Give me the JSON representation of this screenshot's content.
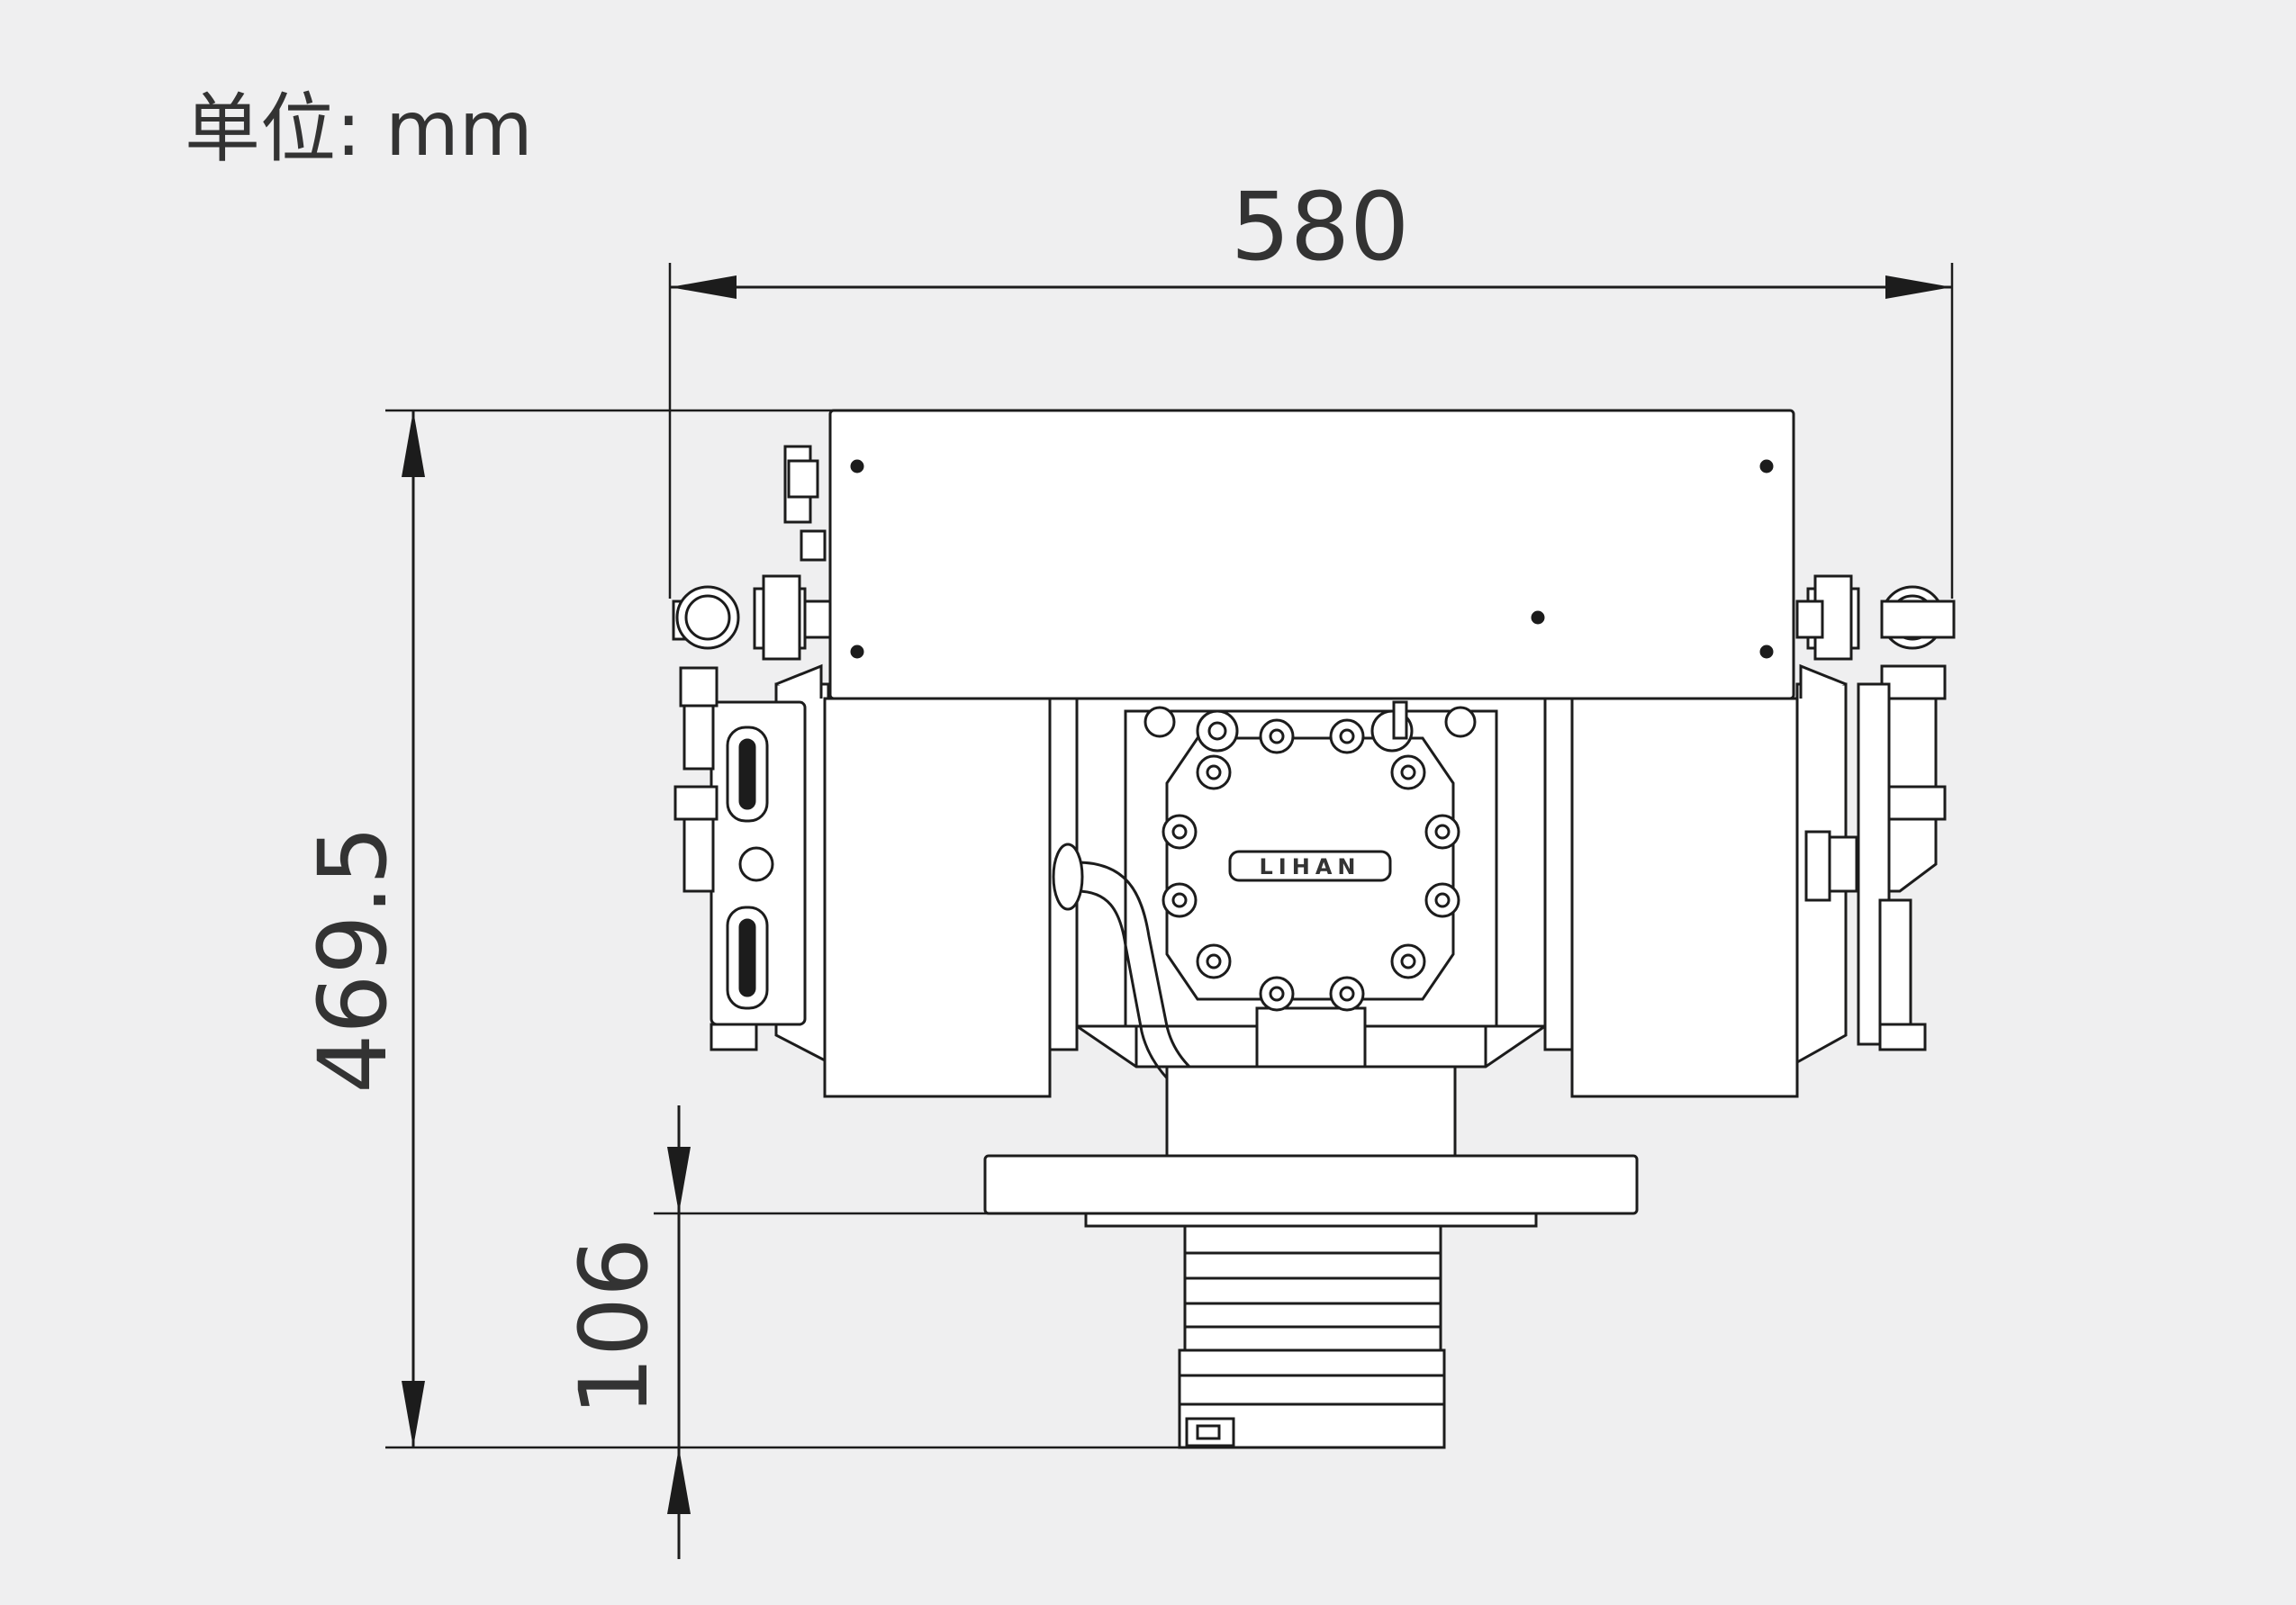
{
  "unit_label": "单位: mm",
  "dimensions": {
    "width": "580",
    "height": "469.5",
    "base_height": "106"
  },
  "logo_text": "LIHAN",
  "colors": {
    "background": "#efeff0",
    "line": "#1c1c1c",
    "fill": "#ffffff",
    "text": "#333333"
  }
}
